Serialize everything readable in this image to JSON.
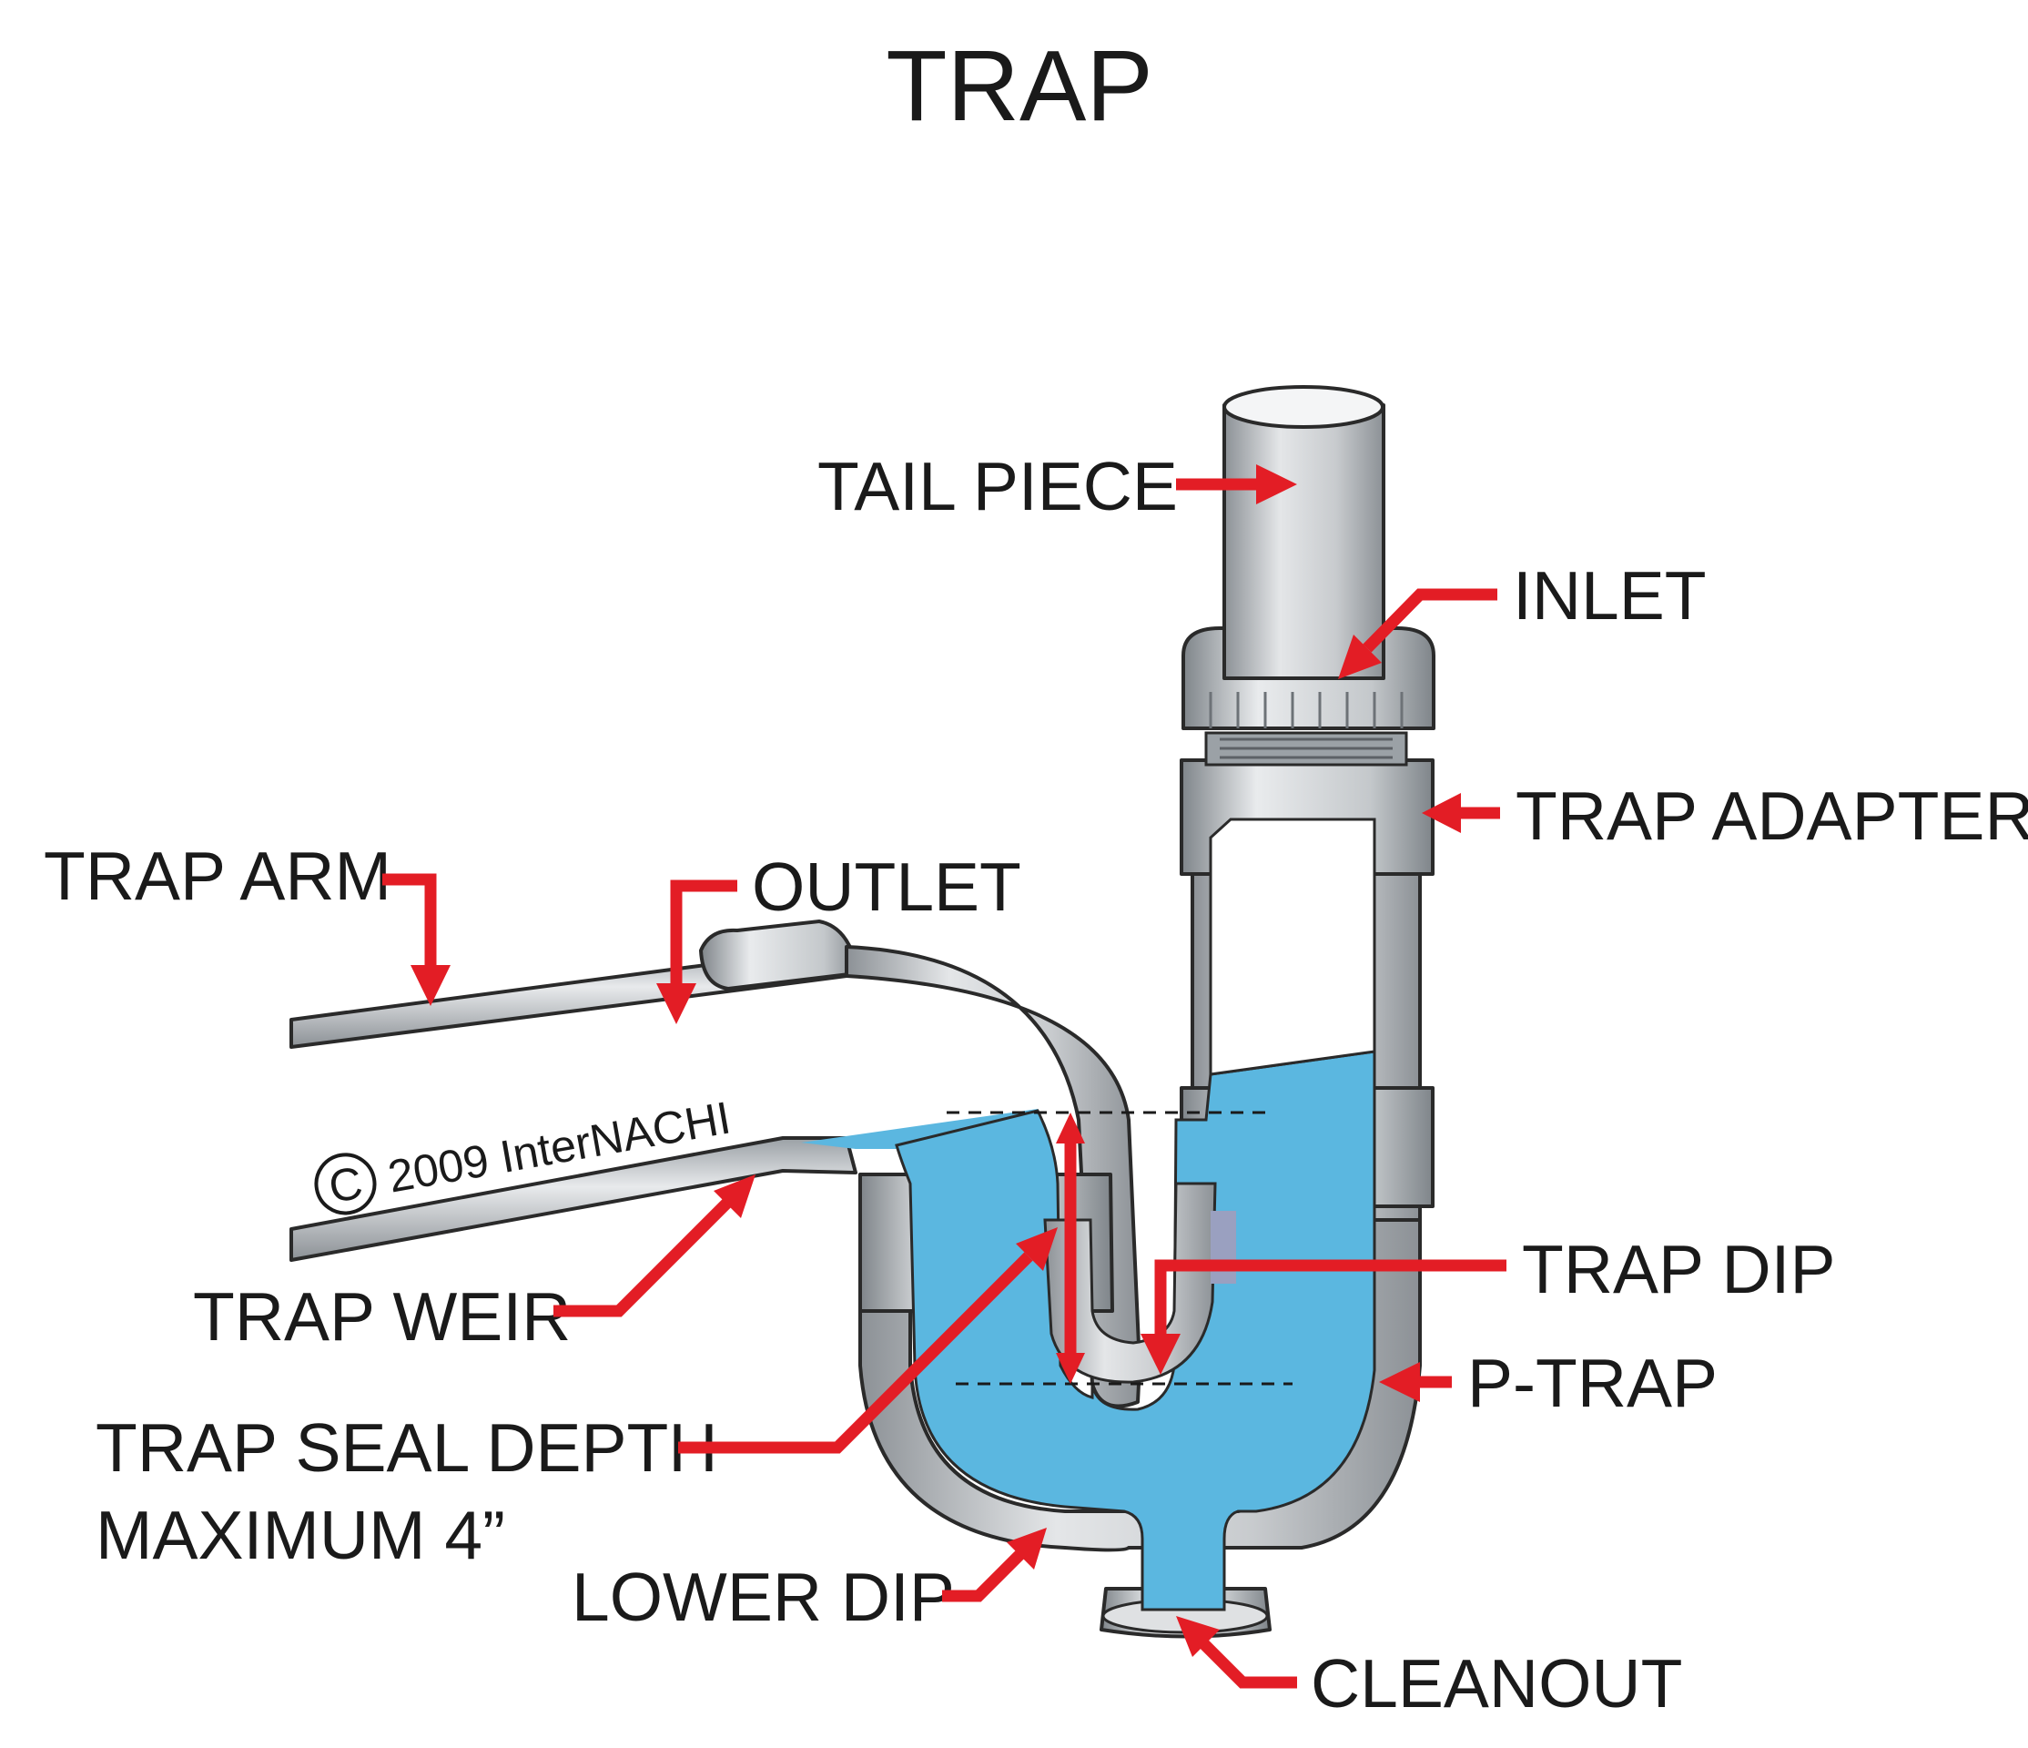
{
  "title": "TRAP",
  "copyright": "2009 InterNACHI",
  "copyright_symbol": "C",
  "labels": {
    "tail_piece": "TAIL PIECE",
    "inlet": "INLET",
    "trap_adapter": "TRAP ADAPTER",
    "trap_arm": "TRAP ARM",
    "outlet": "OUTLET",
    "trap_weir": "TRAP WEIR",
    "trap_dip": "TRAP DIP",
    "p_trap": "P-TRAP",
    "trap_seal_depth": "TRAP SEAL DEPTH",
    "trap_seal_max": "MAXIMUM 4”",
    "lower_dip": "LOWER DIP",
    "cleanout": "CLEANOUT"
  },
  "colors": {
    "arrow": "#e31d25",
    "water": "#5bb7e0",
    "pipe_light": "#e4e6e8",
    "pipe_mid": "#b8bcc0",
    "pipe_dark": "#8c9196",
    "text": "#1a1a1a",
    "background": "#ffffff"
  }
}
